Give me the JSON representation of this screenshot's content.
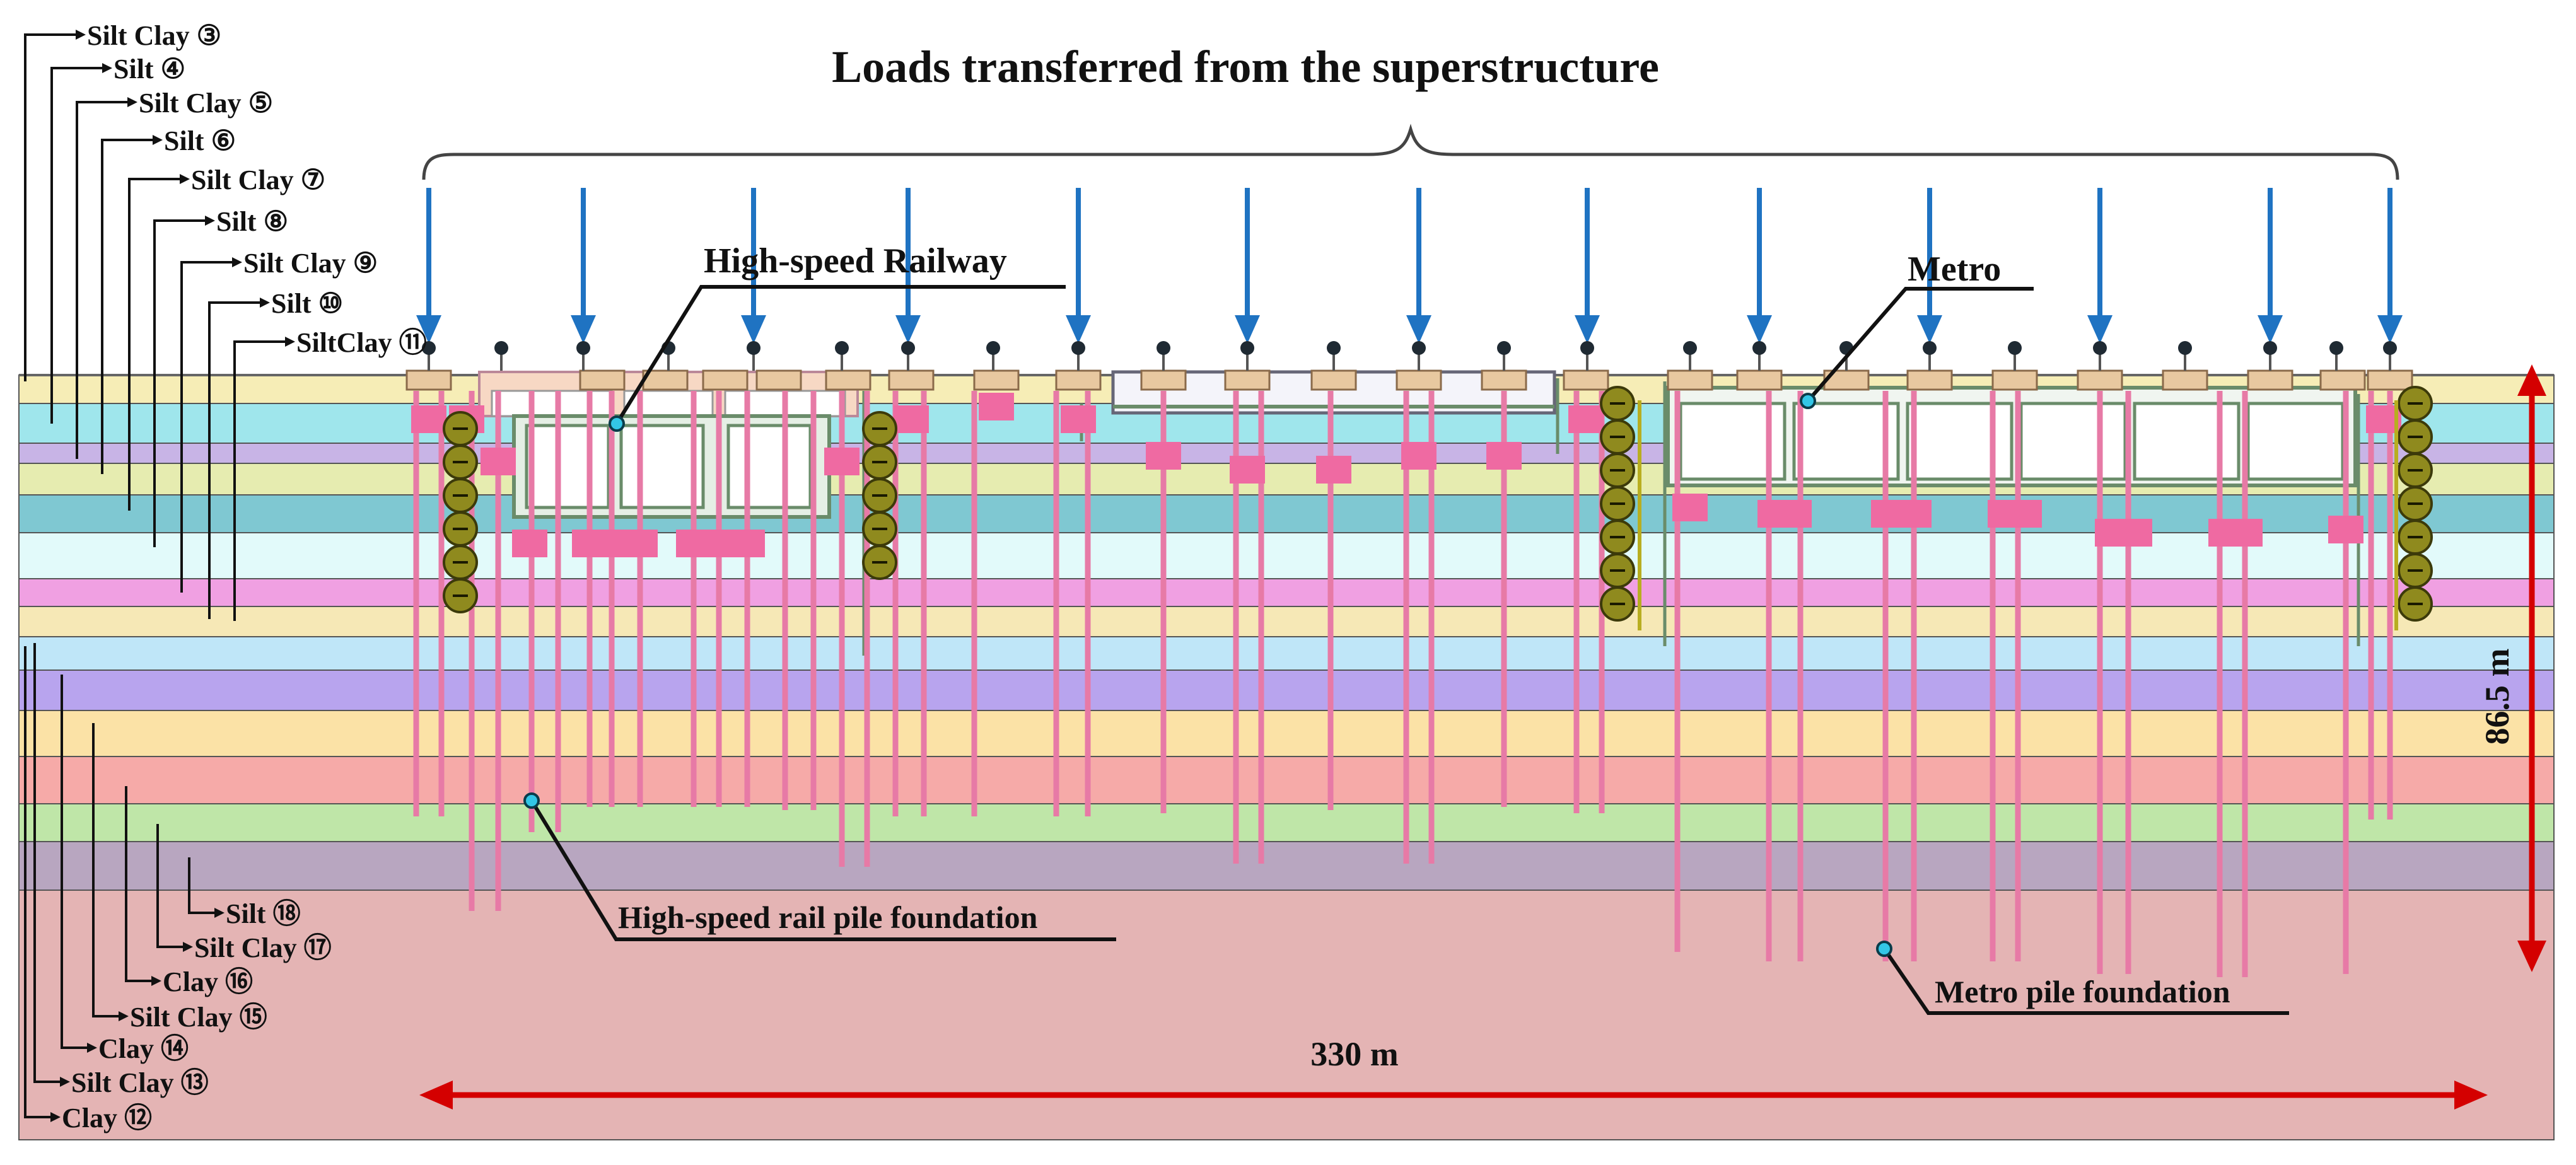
{
  "title": "Loads transferred from the superstructure",
  "labels": {
    "hsr": "High-speed Railway",
    "metro": "Metro",
    "hsr_piles": "High-speed rail pile foundation",
    "metro_piles": "Metro pile foundation",
    "width": "330 m",
    "depth": "86.5 m"
  },
  "soil_labels_top": [
    "Silt Clay ③",
    "Silt ④",
    "Silt Clay ⑤",
    "Silt ⑥",
    "Silt  Clay ⑦",
    "Silt  ⑧",
    "Silt  Clay ⑨",
    "Silt  ⑩",
    "SiltClay ⑪"
  ],
  "soil_labels_bottom": [
    "Silt  ⑱",
    "Silt  Clay ⑰",
    "Clay ⑯",
    "Silt  Clay ⑮",
    "Clay ⑭",
    "Silt Clay ⑬",
    "Clay ⑫"
  ],
  "soil_layers": [
    {
      "name": "Silt Clay ③",
      "color": "#f6edb6"
    },
    {
      "name": "Silt ④",
      "color": "#9fe6ec"
    },
    {
      "name": "Silt Clay ⑤",
      "color": "#c8b4e6"
    },
    {
      "name": "Silt ⑥",
      "color": "#e6ecb0"
    },
    {
      "name": "Silt  Clay ⑦",
      "color": "#7fc8d2"
    },
    {
      "name": "Silt  ⑧",
      "color": "#e2fafa"
    },
    {
      "name": "Silt  Clay ⑨",
      "color": "#f0a0e2"
    },
    {
      "name": "Silt  ⑩",
      "color": "#f6e8b6"
    },
    {
      "name": "SiltClay ⑪",
      "color": "#bfe6f8"
    },
    {
      "name": "Clay ⑫",
      "color": "#b8a4ee"
    },
    {
      "name": "Silt Clay ⑬",
      "color": "#fbe2a6"
    },
    {
      "name": "Clay ⑭",
      "color": "#f6aaa8"
    },
    {
      "name": "Silt  Clay ⑮",
      "color": "#bfe6a8"
    },
    {
      "name": "Clay ⑯",
      "color": "#b8a6c0"
    },
    {
      "name": "Silt  Clay ⑰",
      "color": "#e4b4b4"
    }
  ],
  "colors": {
    "load_arrow": "#1f73c2",
    "dimension": "#d40000",
    "pile": "#e77aa6",
    "pile_cap": "#ef6aa2",
    "support_pile": "#8f8a1e",
    "pier": "#e8c8a0",
    "leader": "#111111",
    "marker": "#33c6e6"
  }
}
